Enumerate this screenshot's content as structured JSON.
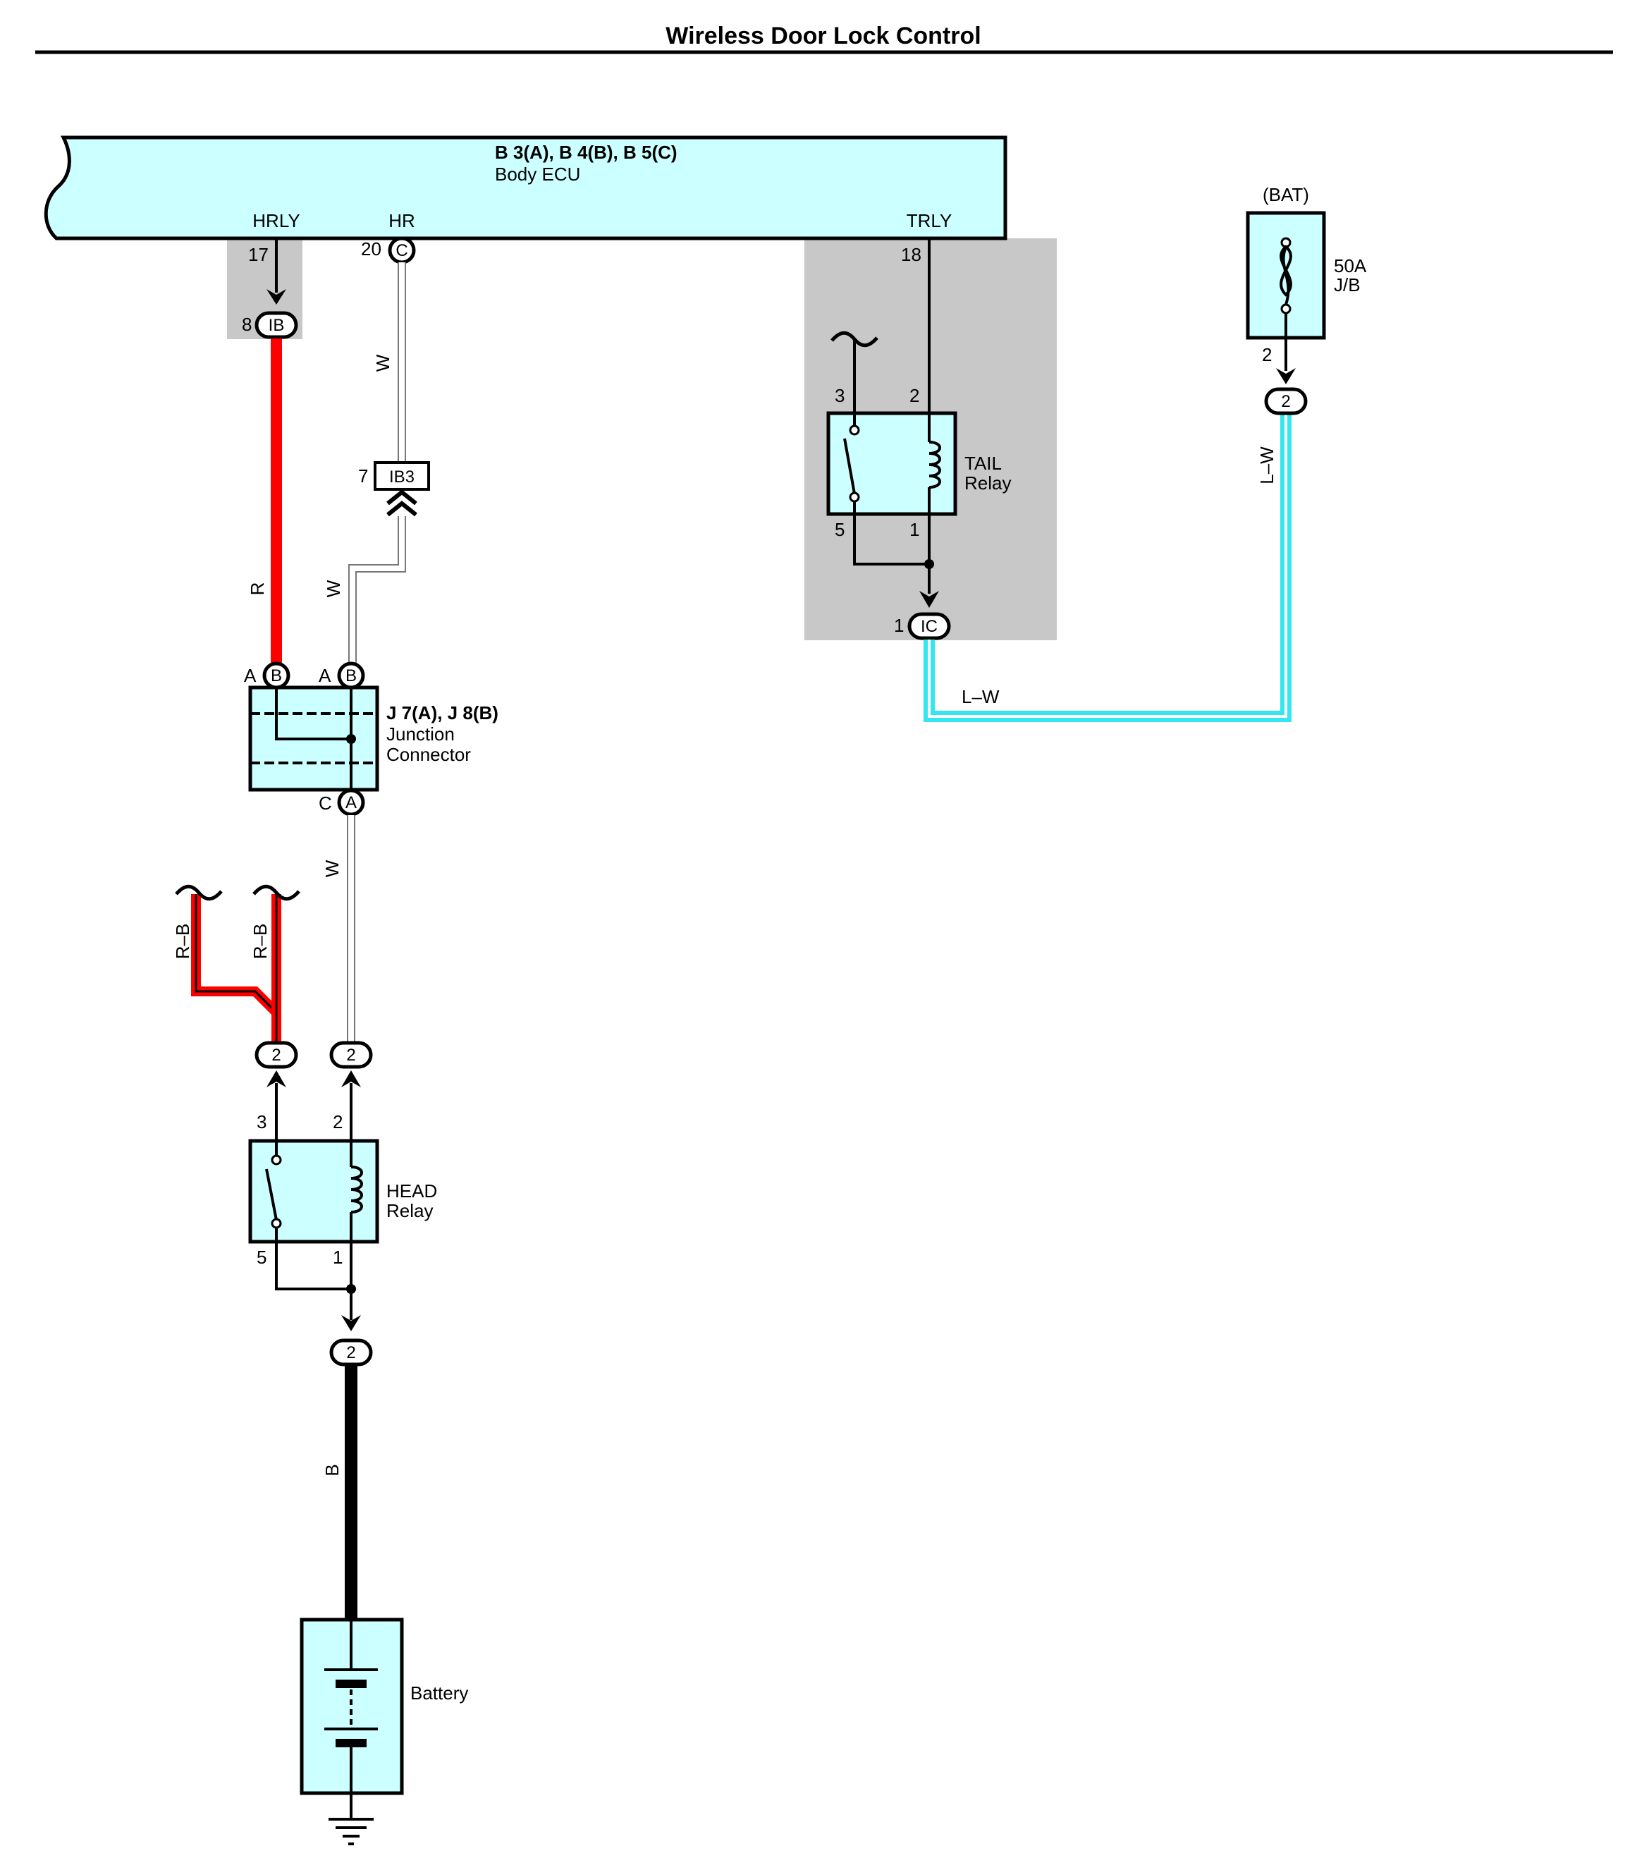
{
  "title": "Wireless Door Lock Control",
  "colors": {
    "component_fill": "#ccffff",
    "shade": "#c8c8c8",
    "wire_red": "#ff0000",
    "wire_black": "#000000",
    "wire_cyan": "#33e6f0",
    "wire_white": "#ffffff"
  },
  "ecu": {
    "code": "B 3(A), B 4(B), B 5(C)",
    "name": "Body ECU",
    "pins": {
      "hrly": {
        "name": "HRLY",
        "number": "17"
      },
      "hr": {
        "name": "HR",
        "number": "20",
        "connector": "C"
      },
      "trly": {
        "name": "TRLY",
        "number": "18"
      }
    }
  },
  "connectors": {
    "ib": {
      "label": "IB",
      "pin": "8"
    },
    "ib3": {
      "label": "IB3",
      "pin": "7"
    },
    "ic": {
      "label": "IC",
      "pin": "1"
    },
    "bat_out": {
      "label": "2"
    },
    "head_top_left": {
      "label": "2"
    },
    "head_top_right": {
      "label": "2"
    },
    "head_bottom": {
      "label": "2"
    }
  },
  "junction": {
    "code": "J 7(A), J 8(B)",
    "name_line1": "Junction",
    "name_line2": "Connector",
    "pin_a_left": "A",
    "pin_a_left_conn": "B",
    "pin_a_right": "A",
    "pin_a_right_conn": "B",
    "pin_c": "C",
    "pin_c_conn": "A"
  },
  "tail_relay": {
    "line1": "TAIL",
    "line2": "Relay",
    "pin_3": "3",
    "pin_2": "2",
    "pin_5": "5",
    "pin_1": "1"
  },
  "head_relay": {
    "line1": "HEAD",
    "line2": "Relay",
    "pin_3": "3",
    "pin_2": "2",
    "pin_5": "5",
    "pin_1": "1"
  },
  "fuse": {
    "supply": "(BAT)",
    "rating": "50A",
    "location": "J/B",
    "pin": "2"
  },
  "battery": {
    "label": "Battery"
  },
  "wires": {
    "red": "R",
    "white_1": "W",
    "white_2": "W",
    "white_3": "W",
    "rb_1": "R–B",
    "rb_2": "R–B",
    "black": "B",
    "lw_vertical": "L–W",
    "lw_horizontal": "L–W"
  }
}
